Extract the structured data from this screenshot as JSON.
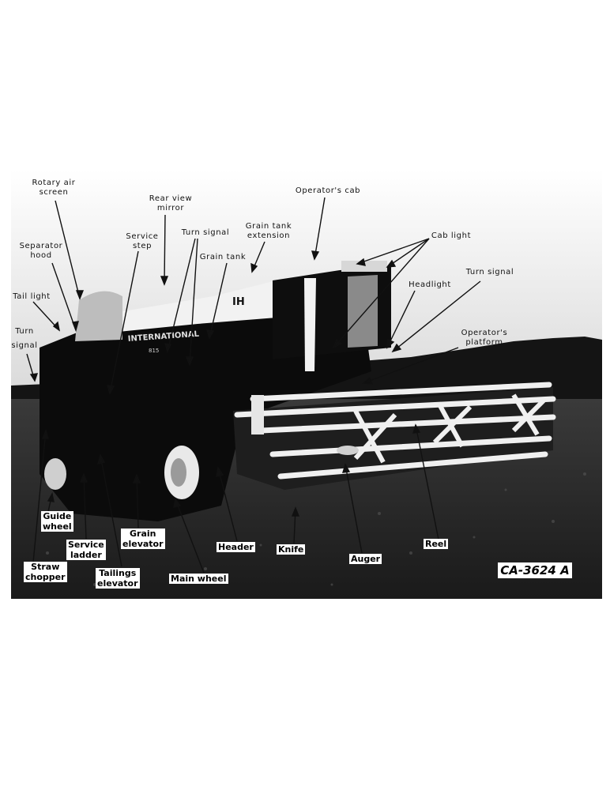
{
  "labels_top": {
    "rotary_air_screen": [
      "Rotary air",
      "screen"
    ],
    "separator_hood": [
      "Separator",
      "hood"
    ],
    "tail_light": [
      "Tail light"
    ],
    "turn_signal_rear": [
      "Turn",
      "signal"
    ],
    "rear_view_mirror": [
      "Rear view",
      "mirror"
    ],
    "service_step": [
      "Service",
      "step"
    ],
    "turn_signal_side": [
      "Turn signal"
    ],
    "grain_tank": [
      "Grain tank"
    ],
    "grain_tank_extension": [
      "Grain tank",
      "extension"
    ],
    "operators_cab": [
      "Operator's cab"
    ],
    "cab_light": [
      "Cab light"
    ],
    "headlight": [
      "Headlight"
    ],
    "turn_signal_front": [
      "Turn signal"
    ],
    "operators_platform": [
      "Operator's",
      "platform"
    ]
  },
  "labels_bottom": {
    "guide_wheel": [
      "Guide",
      "wheel"
    ],
    "straw_chopper": [
      "Straw",
      "chopper"
    ],
    "service_ladder": [
      "Service",
      "ladder"
    ],
    "tailings_elevator": [
      "Tailings",
      "elevator"
    ],
    "grain_elevator": [
      "Grain",
      "elevator"
    ],
    "main_wheel": [
      "Main wheel"
    ],
    "header": [
      "Header"
    ],
    "knife": [
      "Knife"
    ],
    "auger": [
      "Auger"
    ],
    "reel": [
      "Reel"
    ]
  },
  "machine_text": {
    "brand": "INTERNATIONAL",
    "model": "815",
    "emblem": "IH"
  },
  "figure_code": "CA-3624 A",
  "colors": {
    "sky": "#e9e9e9",
    "machine_dark": "#0b0b0b",
    "paint_light": "#f2f2f2",
    "field": "#2a2a2a"
  }
}
